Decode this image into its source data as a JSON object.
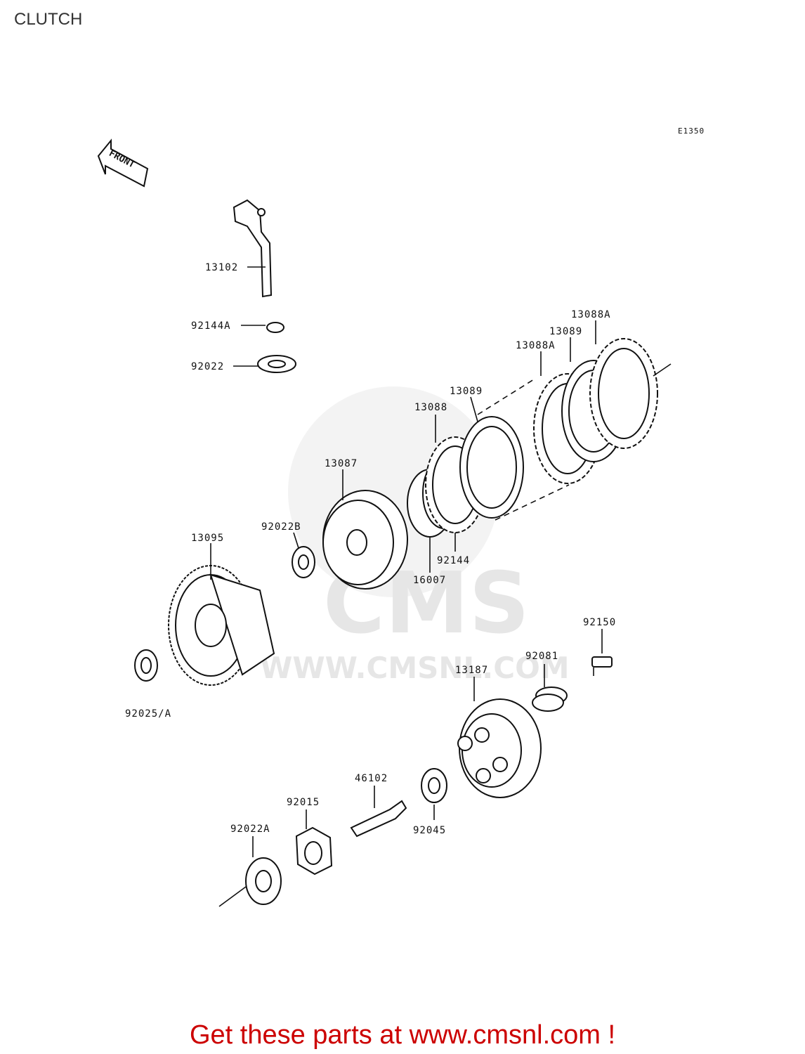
{
  "title": "CLUTCH",
  "diagram_ref": "E1350",
  "front_label": "FRONT",
  "footer": "Get these parts at www.cmsnl.com !",
  "watermark": {
    "brand": "CMS",
    "url": "WWW.CMSNL.COM"
  },
  "part_labels": {
    "p13102": "13102",
    "p92144A": "92144A",
    "p92022": "92022",
    "p13088A_top": "13088A",
    "p13089_top": "13089",
    "p13088A_mid": "13088A",
    "p13089": "13089",
    "p13088": "13088",
    "p13087": "13087",
    "p92022B": "92022B",
    "p13095": "13095",
    "p92144": "92144",
    "p16007": "16007",
    "p92150": "92150",
    "p92081": "92081",
    "p13187": "13187",
    "p92025A": "92025/A",
    "p46102": "46102",
    "p92015": "92015",
    "p92022A": "92022A",
    "p92045": "92045"
  },
  "colors": {
    "footer": "#cc0000",
    "line": "#111111",
    "watermark": "#e9e9e9"
  }
}
